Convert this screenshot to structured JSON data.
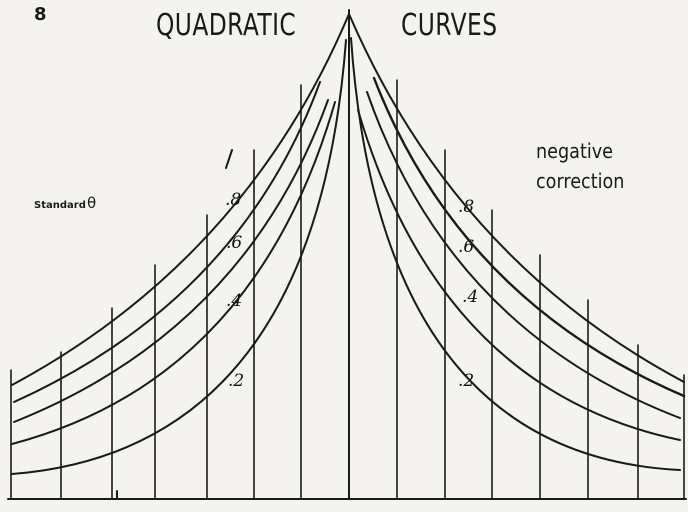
{
  "header": {
    "page_number": "8",
    "title_left": "QUADRATIC",
    "title_right": "CURVES"
  },
  "annotations": {
    "left_label": "Standard",
    "left_symbol": "θ",
    "right_label_line1": "negative",
    "right_label_line2": "correction",
    "tick_mark": "/"
  },
  "curve_labels": {
    "left": [
      ".8",
      ".6",
      ".4",
      ".2"
    ],
    "right": [
      ".8",
      ".6",
      ".4",
      ".2"
    ]
  },
  "colors": {
    "paper": "#f4f3f0",
    "ink": "#1a1a1a"
  }
}
